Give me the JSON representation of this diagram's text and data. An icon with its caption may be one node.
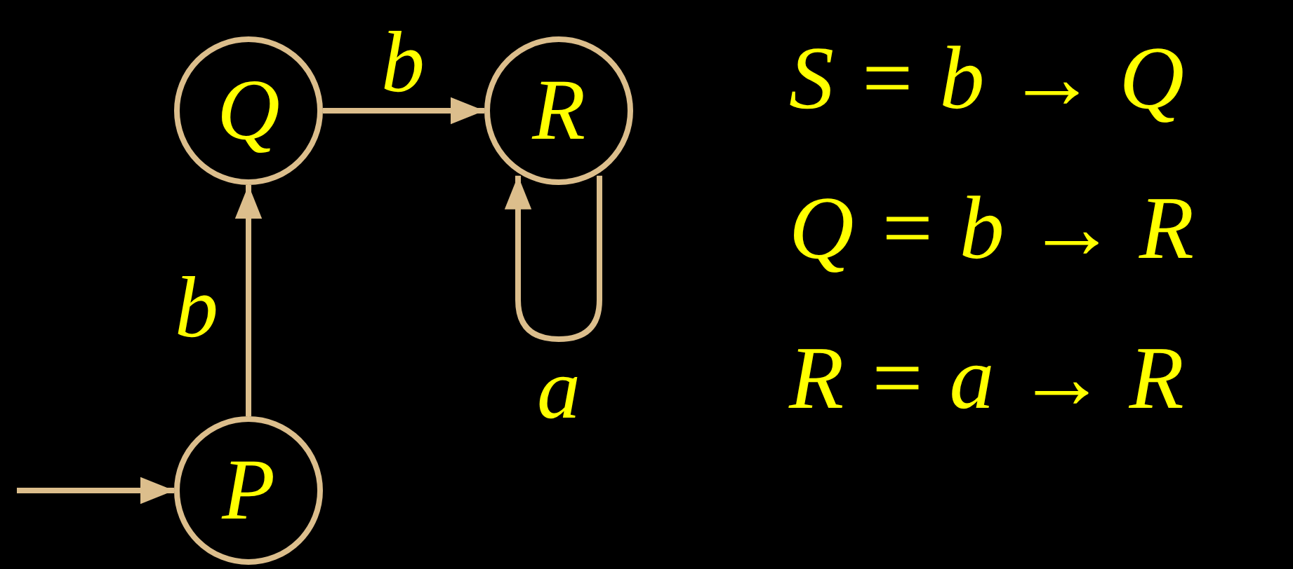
{
  "diagram": {
    "nodes": [
      {
        "text": [
          "Q"
        ]
      },
      {
        "text": [
          "R"
        ]
      },
      {
        "text": [
          "P"
        ]
      }
    ],
    "edges": [
      {
        "from": 0,
        "to": 1,
        "label": "b",
        "arrow": "to"
      },
      {
        "from": 2,
        "to": 0,
        "label": "b",
        "arrow": "to"
      },
      {
        "from": 1,
        "to": 1,
        "label": "a",
        "arrow": "to"
      },
      {
        "from": null,
        "to": 2,
        "arrow": "to"
      }
    ],
    "labels": [
      "S = b → Q",
      "Q = b → R",
      "R = a → R"
    ]
  }
}
